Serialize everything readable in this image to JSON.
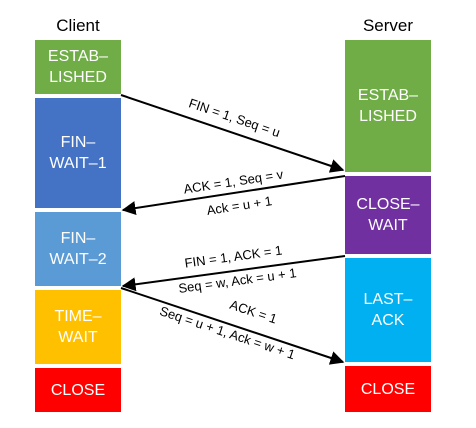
{
  "titles": {
    "client": "Client",
    "server": "Server"
  },
  "client_states": [
    {
      "label": "ESTAB–\nLISHED",
      "color": "#70ad47"
    },
    {
      "label": "FIN–\nWAIT–1",
      "color": "#4472c4"
    },
    {
      "label": "FIN–\nWAIT–2",
      "color": "#5b9bd5"
    },
    {
      "label": "TIME–\nWAIT",
      "color": "#ffc000"
    },
    {
      "label": "CLOSE",
      "color": "#ff0000"
    }
  ],
  "server_states": [
    {
      "label": "ESTAB–\nLISHED",
      "color": "#70ad47"
    },
    {
      "label": "CLOSE–\nWAIT",
      "color": "#7030a0"
    },
    {
      "label": "LAST–\nACK",
      "color": "#00b0f0"
    },
    {
      "label": "CLOSE",
      "color": "#ff0000"
    }
  ],
  "messages": [
    {
      "label_above": "FIN = 1,  Seq = u",
      "label_below": ""
    },
    {
      "label_above": "ACK = 1,   Seq = v",
      "label_below": "Ack = u + 1"
    },
    {
      "label_above": "FIN = 1,   ACK = 1",
      "label_below": "Seq = w,  Ack = u + 1"
    },
    {
      "label_above": "ACK = 1",
      "label_below": "Seq = u + 1,  Ack = w + 1"
    }
  ]
}
